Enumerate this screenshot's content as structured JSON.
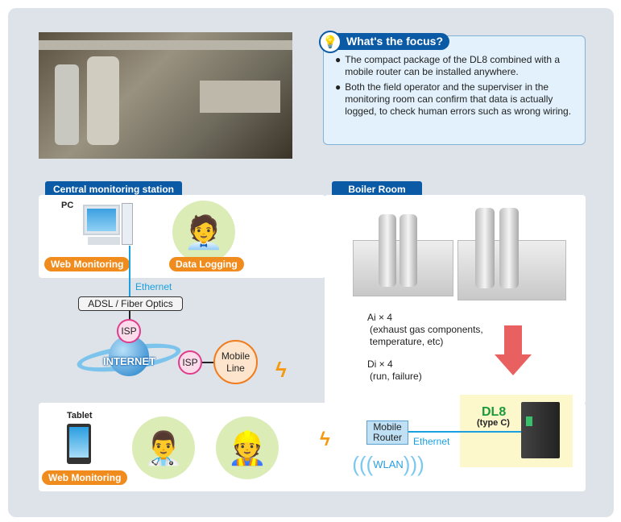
{
  "focus": {
    "title": "What's the focus?",
    "bullets": [
      "The compact package of the DL8 combined with a mobile router can be installed anywhere.",
      "Both the field operator and the superviser in the monitoring room can confirm that data is actually logged, to check human errors such as wrong wiring."
    ]
  },
  "central": {
    "title": "Central monitoring station",
    "pc": "PC",
    "web": "Web Monitoring",
    "logging": "Data Logging",
    "ethernet": "Ethernet",
    "adsl": "ADSL / Fiber Optics",
    "isp1": "ISP",
    "internet": "INTERNET",
    "isp2": "ISP",
    "mobile_line": "Mobile Line"
  },
  "boiler": {
    "title": "Boiler Room",
    "ai": "Ai × 4",
    "ai_detail": "(exhaust gas components, temperature, etc)",
    "di": "Di × 4",
    "di_detail": "(run, failure)",
    "dl8": "DL8",
    "dl8_type": "(type C)",
    "router": "Mobile Router",
    "ethernet": "Ethernet",
    "wlan": "WLAN"
  },
  "field": {
    "tablet": "Tablet",
    "web": "Web Monitoring"
  },
  "colors": {
    "brand_blue": "#0b5aa6",
    "orange": "#f08c1e",
    "ethernet": "#1aa0e0",
    "arrow": "#e96060",
    "dl8_green": "#1a9a3a"
  }
}
